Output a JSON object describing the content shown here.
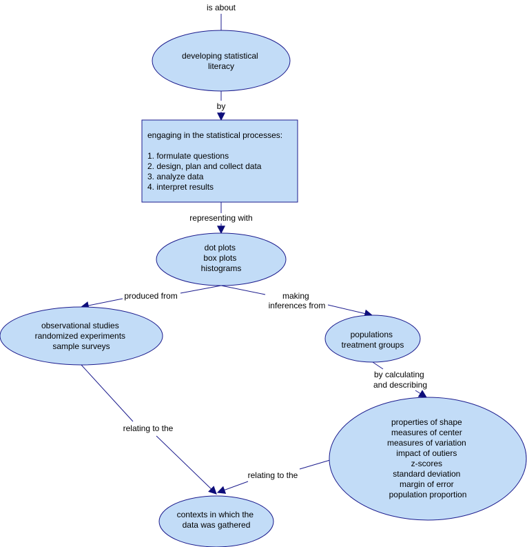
{
  "colors": {
    "node_fill": "#c2dcf7",
    "node_stroke": "#1a1a8c",
    "line": "#1a1a8c",
    "arrowhead": "#0d0d7a"
  },
  "top_label": "is about",
  "nodes": {
    "literacy": {
      "lines": [
        "developing statistical",
        "literacy"
      ]
    },
    "processes": {
      "heading": "engaging in the statistical processes:",
      "items": [
        "1.  formulate questions",
        "2. design, plan and collect  data",
        "3. analyze data",
        "4. interpret results"
      ]
    },
    "plots": {
      "lines": [
        "dot plots",
        "box plots",
        "histograms"
      ]
    },
    "studies": {
      "lines": [
        "observational studies",
        "randomized experiments",
        "sample surveys"
      ]
    },
    "populations": {
      "lines": [
        "populations",
        "treatment groups"
      ]
    },
    "properties": {
      "lines": [
        "properties of shape",
        "measures of center",
        "measures of variation",
        "impact of outiers",
        "z-scores",
        "standard deviation",
        "margin of error",
        "population proportion"
      ]
    },
    "contexts": {
      "lines": [
        "contexts in which the",
        "data was gathered"
      ]
    }
  },
  "links": {
    "by": "by",
    "representing_with": "representing with",
    "produced_from": "produced from",
    "making_inferences": [
      "making",
      "inferences from"
    ],
    "by_calculating": [
      "by calculating",
      "and describing"
    ],
    "relating_left": "relating to the",
    "relating_right": "relating to the"
  }
}
